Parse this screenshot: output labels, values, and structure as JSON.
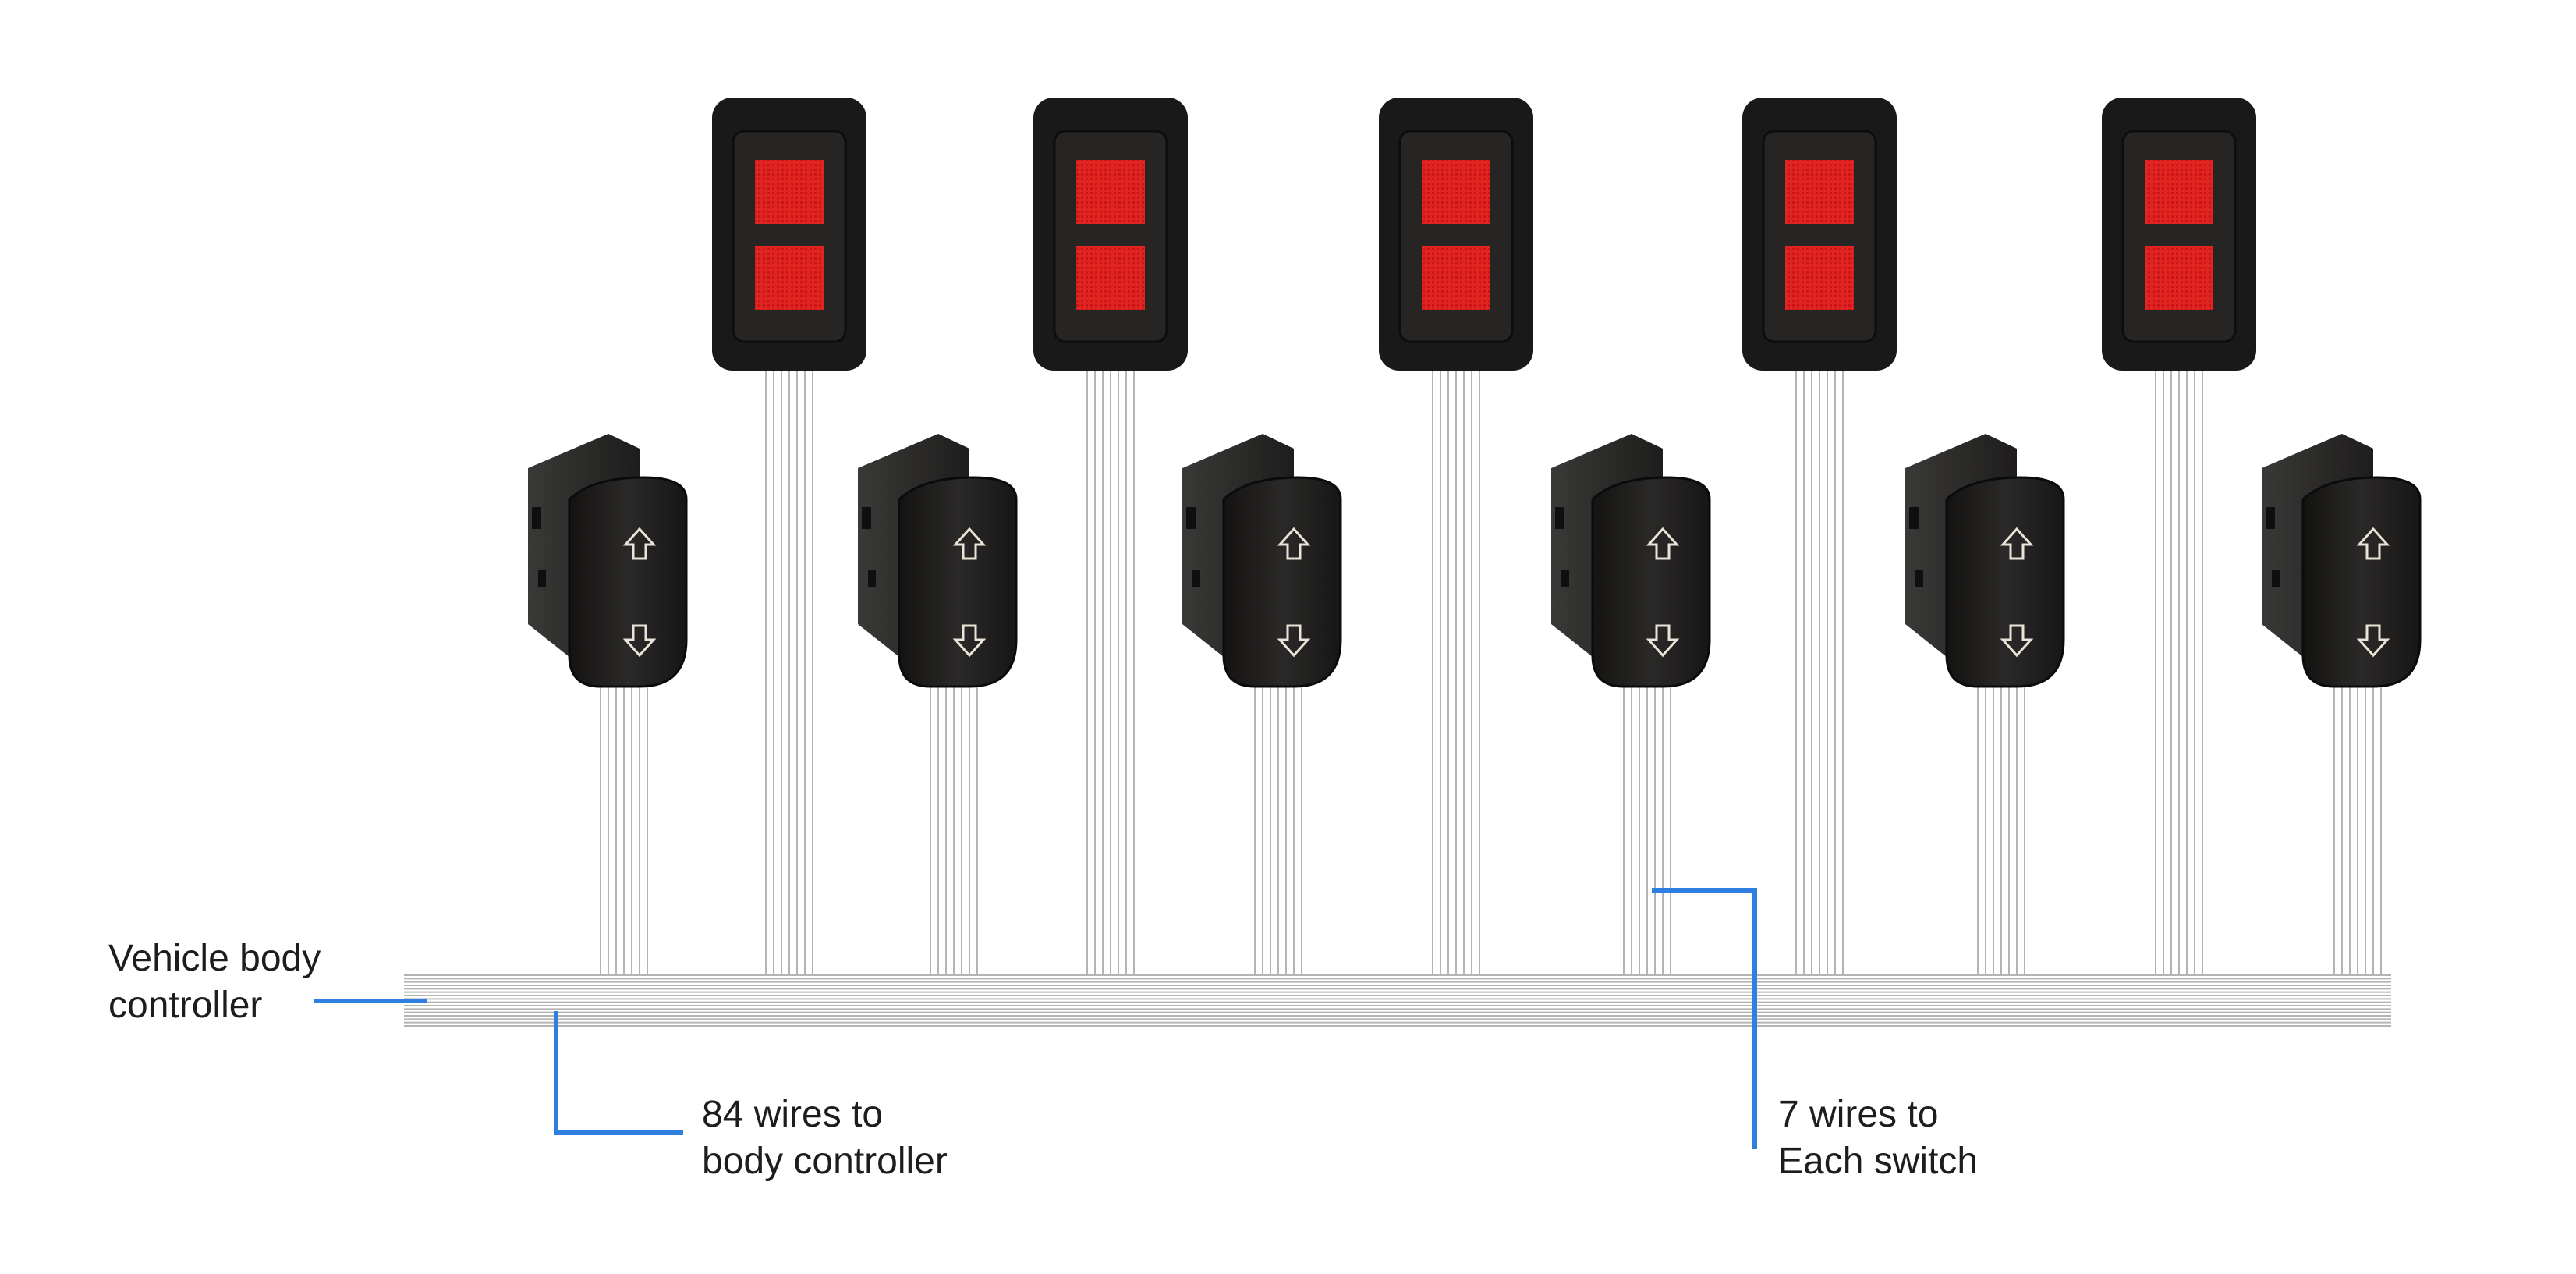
{
  "labels": {
    "controller_line1": "Vehicle body",
    "controller_line2": "controller",
    "bundle_line1": "84 wires to",
    "bundle_line2": "body controller",
    "switch_line1": "7 wires to",
    "switch_line2": "Each switch"
  },
  "counts": {
    "indicator_lights": 5,
    "rocker_switches": 6,
    "wires_per_switch": 7,
    "total_wires": 84
  },
  "colors": {
    "callout_line": "#2f7fe0",
    "wire": "#b4b4b4",
    "indicator_lamp": "#e0201e",
    "switch_body": "#1d1c1b"
  },
  "icons": {
    "rocker_up": "arrow-up-outline",
    "rocker_down": "arrow-down-outline"
  }
}
